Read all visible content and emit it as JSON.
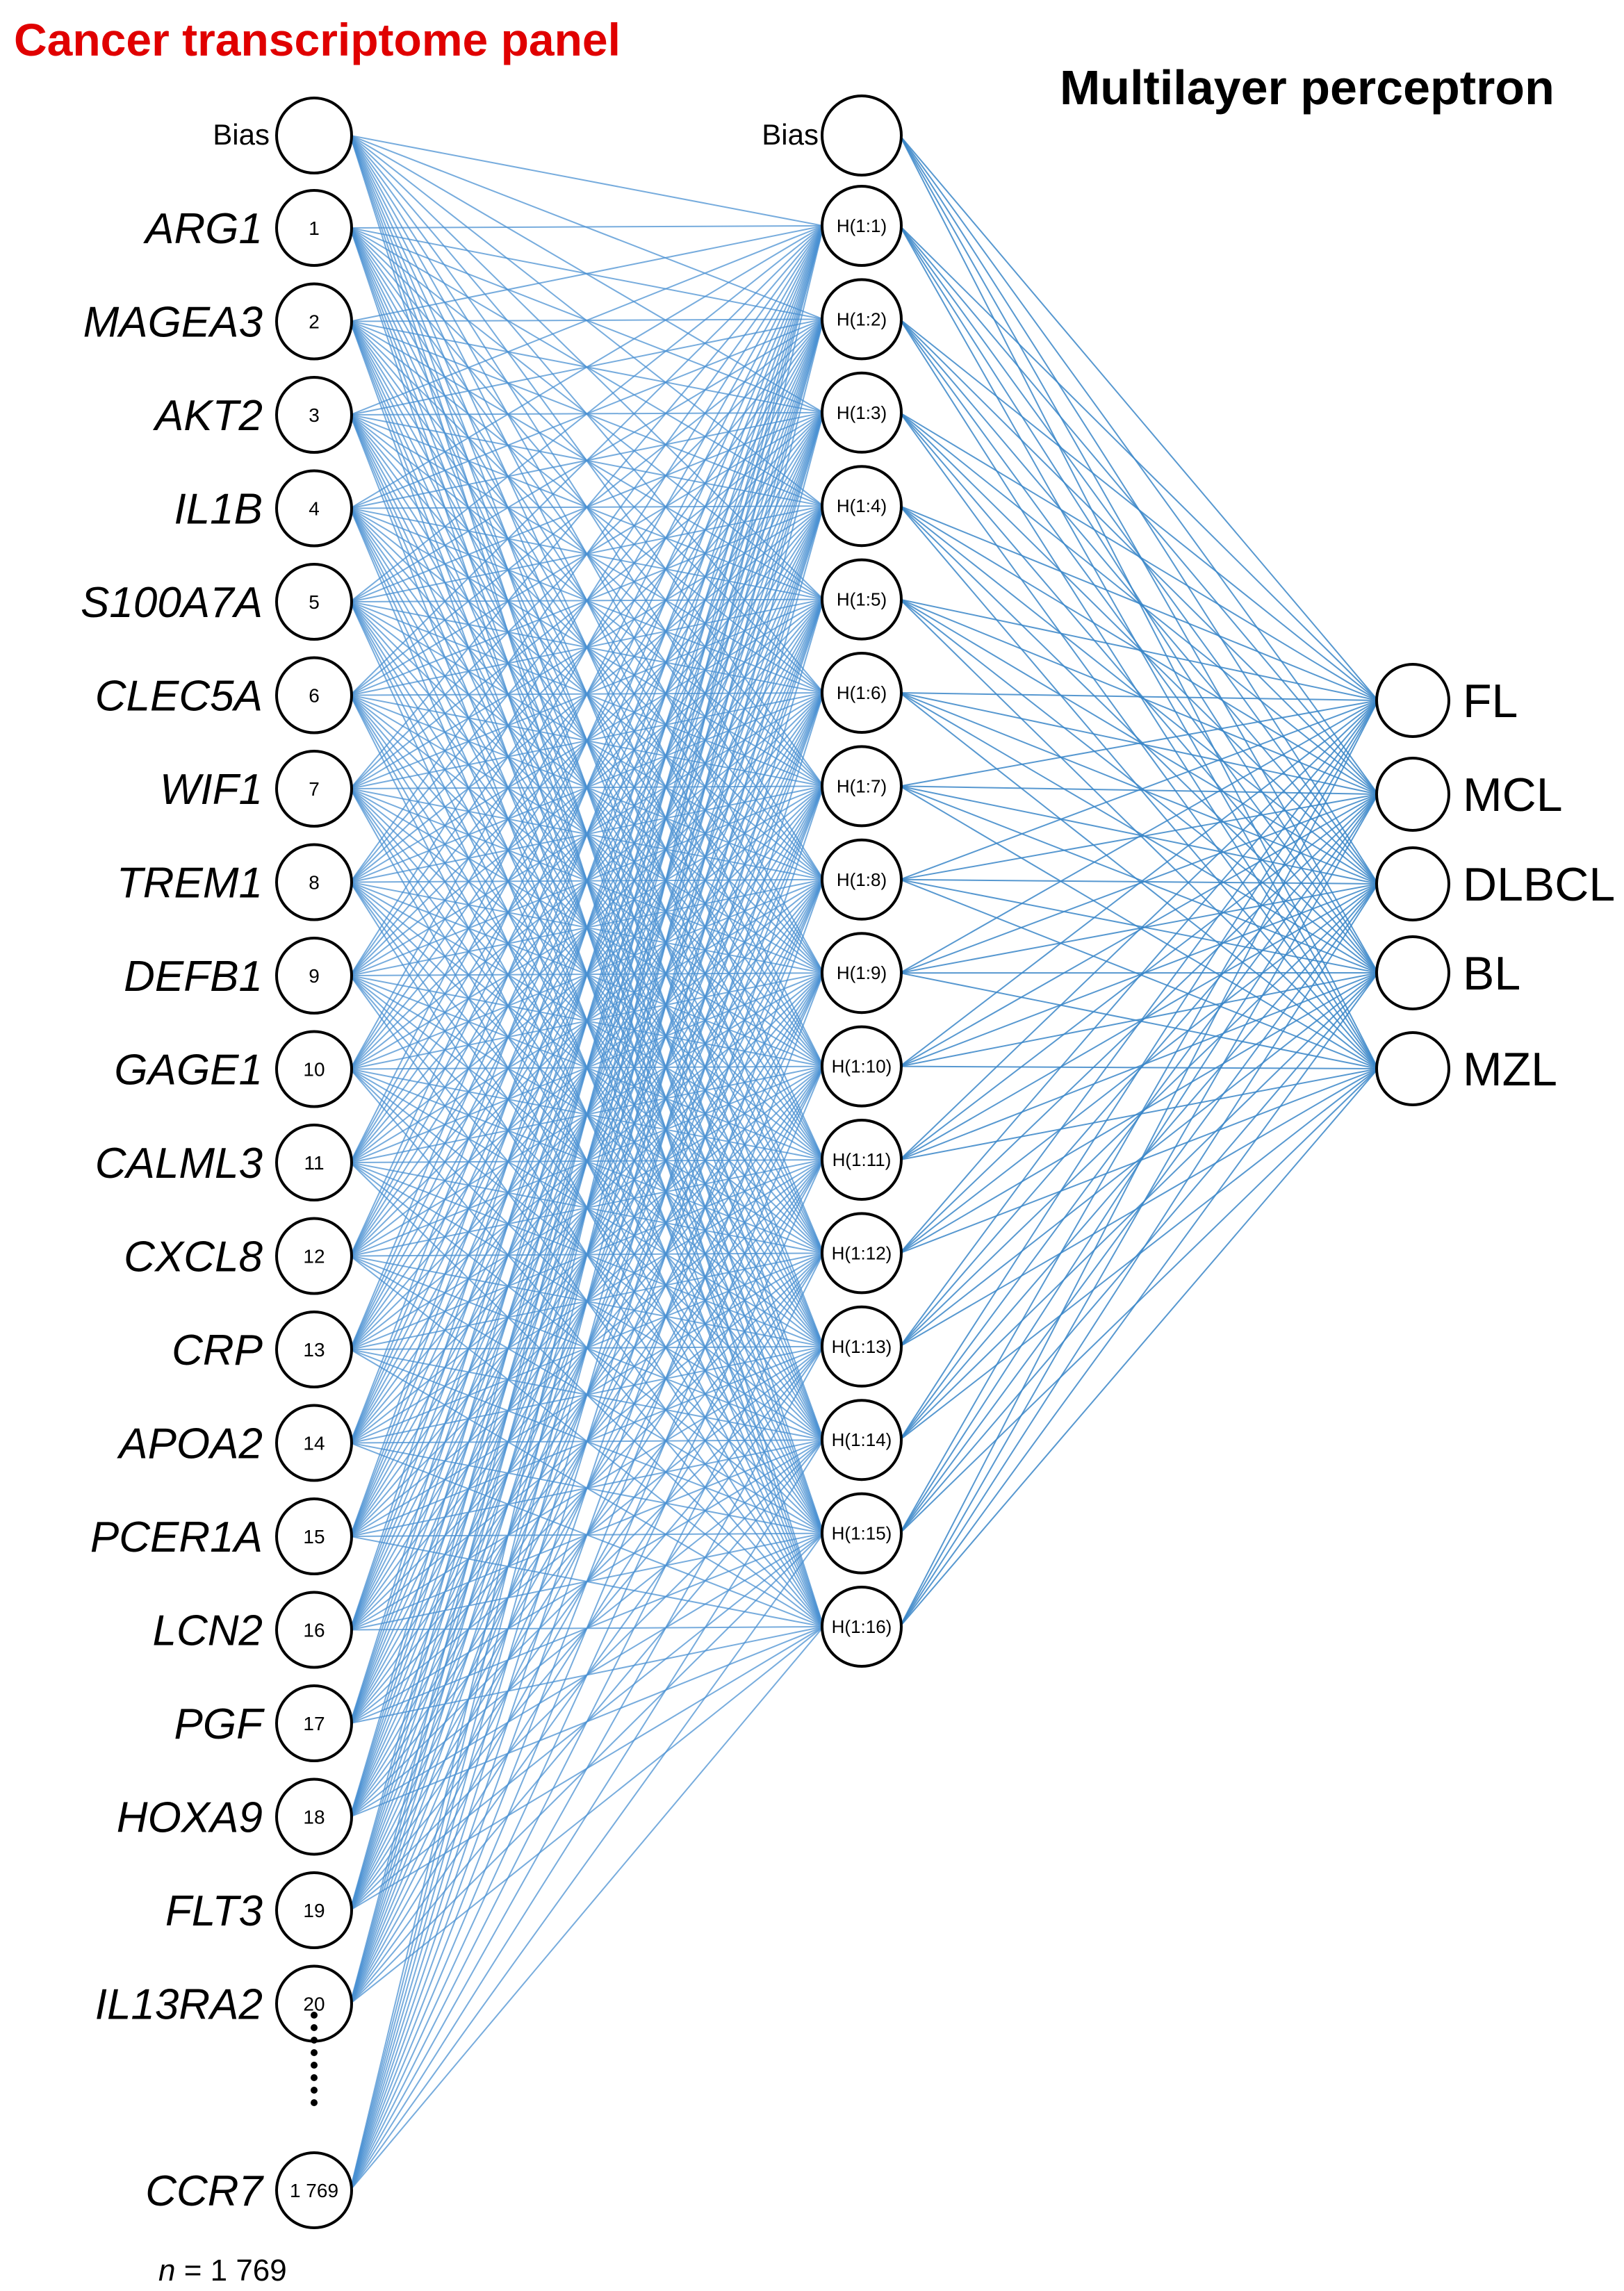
{
  "titles": {
    "panel": "Cancer transcriptome panel",
    "model": "Multilayer perceptron"
  },
  "colors": {
    "panel_title": "#e00000",
    "connection": "#3a86c8",
    "connection_dense": "#4a90d2"
  },
  "input_layer": {
    "bias_label": "Bias",
    "nodes": [
      {
        "gene": "ARG1",
        "index": "1"
      },
      {
        "gene": "MAGEA3",
        "index": "2"
      },
      {
        "gene": "AKT2",
        "index": "3"
      },
      {
        "gene": "IL1B",
        "index": "4"
      },
      {
        "gene": "S100A7A",
        "index": "5"
      },
      {
        "gene": "CLEC5A",
        "index": "6"
      },
      {
        "gene": "WIF1",
        "index": "7"
      },
      {
        "gene": "TREM1",
        "index": "8"
      },
      {
        "gene": "DEFB1",
        "index": "9"
      },
      {
        "gene": "GAGE1",
        "index": "10"
      },
      {
        "gene": "CALML3",
        "index": "11"
      },
      {
        "gene": "CXCL8",
        "index": "12"
      },
      {
        "gene": "CRP",
        "index": "13"
      },
      {
        "gene": "APOA2",
        "index": "14"
      },
      {
        "gene": "PCER1A",
        "index": "15"
      },
      {
        "gene": "LCN2",
        "index": "16"
      },
      {
        "gene": "PGF",
        "index": "17"
      },
      {
        "gene": "HOXA9",
        "index": "18"
      },
      {
        "gene": "FLT3",
        "index": "19"
      },
      {
        "gene": "IL13RA2",
        "index": "20"
      }
    ],
    "last_node": {
      "gene": "CCR7",
      "index": "1 769"
    },
    "count_prefix": "n",
    "count_value": " = 1 769"
  },
  "hidden_layer": {
    "bias_label": "Bias",
    "nodes": [
      "H(1:1)",
      "H(1:2)",
      "H(1:3)",
      "H(1:4)",
      "H(1:5)",
      "H(1:6)",
      "H(1:7)",
      "H(1:8)",
      "H(1:9)",
      "H(1:10)",
      "H(1:11)",
      "H(1:12)",
      "H(1:13)",
      "H(1:14)",
      "H(1:15)",
      "H(1:16)"
    ]
  },
  "output_layer": {
    "nodes": [
      "FL",
      "MCL",
      "DLBCL",
      "BL",
      "MZL"
    ]
  }
}
